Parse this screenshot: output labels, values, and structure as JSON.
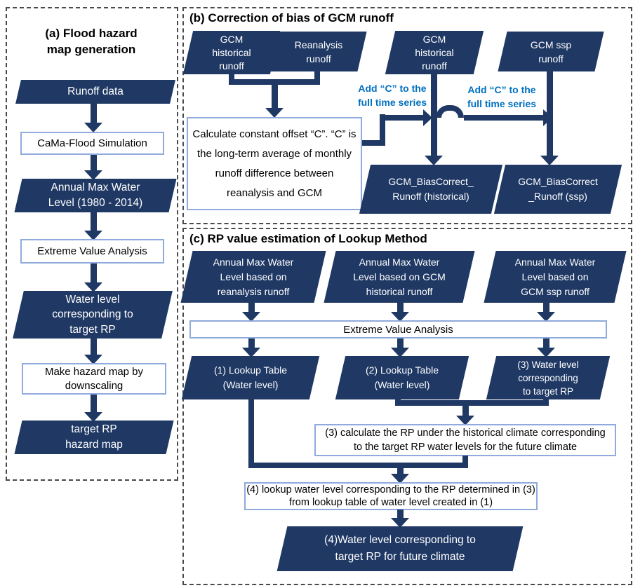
{
  "colors": {
    "navy": "#1F3864",
    "blue_label": "#0070C0",
    "box_border": "#8FAADC"
  },
  "panel_a": {
    "title_lines": [
      "(a) Flood hazard",
      "map generation"
    ],
    "runoff_data": "Runoff data",
    "cama_flood": "CaMa-Flood Simulation",
    "annual_max_lines": [
      "Annual Max Water",
      "Level (1980 - 2014)"
    ],
    "extreme_value": "Extreme Value Analysis",
    "water_level_lines": [
      "Water level",
      "corresponding to",
      "target RP"
    ],
    "make_hazard_lines": [
      "Make hazard map by",
      "downscaling"
    ],
    "target_rp_lines": [
      "target RP",
      "hazard map"
    ]
  },
  "panel_b": {
    "title": "(b) Correction of bias of GCM runoff",
    "gcm_hist_1_lines": [
      "GCM",
      "historical",
      "runoff"
    ],
    "reanalysis_lines": [
      "Reanalysis",
      "runoff"
    ],
    "gcm_hist_2_lines": [
      "GCM",
      "historical",
      "runoff"
    ],
    "gcm_ssp_lines": [
      "GCM ssp",
      "runoff"
    ],
    "calc_lines": [
      "Calculate  constant offset “C”. “C” is",
      "the long-term average of monthly",
      "runoff difference between",
      "reanalysis and GCM"
    ],
    "add_c_label_lines": [
      "Add “C” to the",
      "full time series"
    ],
    "bias_hist_lines": [
      "GCM_BiasCorrect_",
      "Runoff (historical)"
    ],
    "bias_ssp_lines": [
      "GCM_BiasCorrect",
      "_Runoff (ssp)"
    ]
  },
  "panel_c": {
    "title": "(c) RP value estimation of Lookup Method",
    "amw_reanalysis_lines": [
      "Annual Max Water",
      "Level based on",
      "reanalysis runoff"
    ],
    "amw_gcm_hist_lines": [
      "Annual Max Water",
      "Level based on GCM",
      "historical runoff"
    ],
    "amw_gcm_ssp_lines": [
      "Annual Max Water",
      "Level based on",
      "GCM ssp runoff"
    ],
    "extreme_value": "Extreme Value Analysis",
    "lookup1_lines": [
      "(1) Lookup Table",
      "(Water level)"
    ],
    "lookup2_lines": [
      "(2) Lookup Table",
      "(Water level)"
    ],
    "wl_target_lines": [
      "(3) Water level",
      "corresponding",
      "to target RP"
    ],
    "calc_rp_lines": [
      "(3) calculate the RP under the historical climate corresponding",
      "to the target RP water levels for the future climate"
    ],
    "lookup_wl_lines": [
      "(4) lookup water level corresponding to the RP determined in (3)",
      "from lookup table of water level created in (1)"
    ],
    "final_lines": [
      "(4)Water level corresponding to",
      "target RP for future climate"
    ]
  }
}
